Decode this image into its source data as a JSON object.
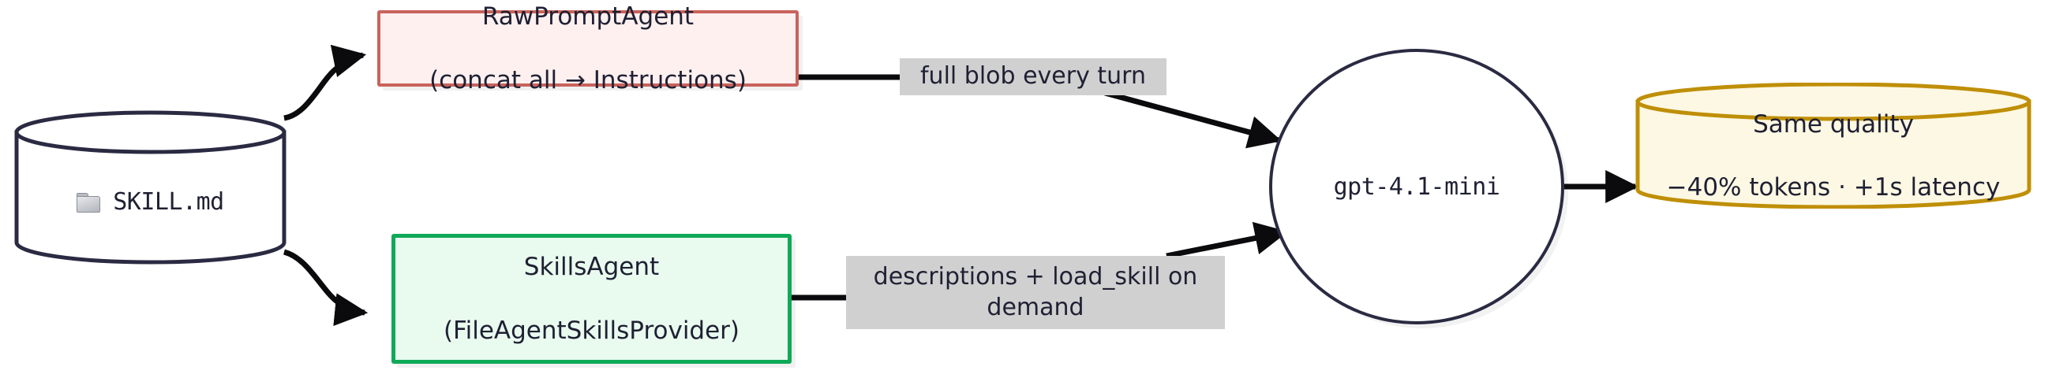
{
  "diagram": {
    "type": "flowchart",
    "direction": "left-to-right",
    "background_color": "#ffffff",
    "nodes": {
      "skill_store": {
        "shape": "cylinder",
        "icon": "folder-icon",
        "label": "SKILL.md",
        "stroke_color": "#2a2b42",
        "fill_color": "#ffffff"
      },
      "raw_prompt_agent": {
        "shape": "rect",
        "line1": "RawPromptAgent",
        "line2": "(concat all → Instructions)",
        "stroke_color": "#c9635c",
        "fill_color": "#fdf0ef"
      },
      "skills_agent": {
        "shape": "rect",
        "line1": "SkillsAgent",
        "line2": "(FileAgentSkillsProvider)",
        "stroke_color": "#0fa958",
        "fill_color": "#e9faef"
      },
      "model": {
        "shape": "circle",
        "label": "gpt-4.1-mini",
        "stroke_color": "#2a2b42",
        "fill_color": "#ffffff"
      },
      "result": {
        "shape": "cylinder",
        "line1": "Same quality",
        "line2": "−40% tokens · +1s latency",
        "stroke_color": "#bf8f08",
        "fill_color": "#fdf8e3"
      }
    },
    "edges": [
      {
        "id": "skill-to-raw",
        "from": "skill_store",
        "to": "raw_prompt_agent",
        "label": "",
        "style": "curved-arrow"
      },
      {
        "id": "skill-to-skills",
        "from": "skill_store",
        "to": "skills_agent",
        "label": "",
        "style": "curved-arrow"
      },
      {
        "id": "raw-to-model",
        "from": "raw_prompt_agent",
        "to": "model",
        "label": "full blob every turn",
        "label_bg": "#d0d0d0",
        "style": "line-arrow"
      },
      {
        "id": "skills-to-model",
        "from": "skills_agent",
        "to": "model",
        "label": "descriptions + load_skill on\ndemand",
        "label_bg": "#d0d0d0",
        "style": "line-arrow"
      },
      {
        "id": "model-to-result",
        "from": "model",
        "to": "result",
        "label": "",
        "style": "straight-arrow"
      }
    ]
  }
}
